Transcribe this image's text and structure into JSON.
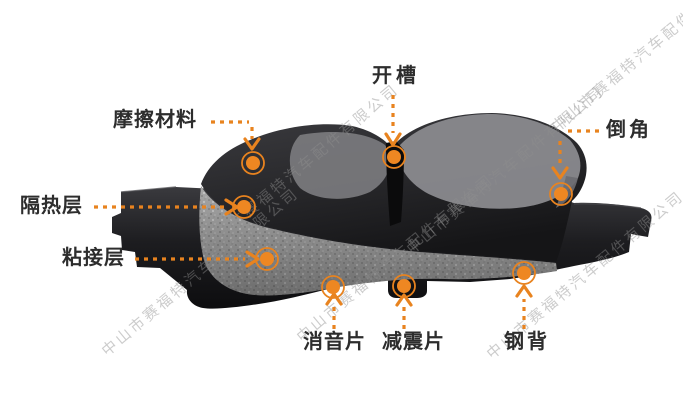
{
  "figure": {
    "type": "labeled-product-diagram",
    "subject": "brake pad cutaway diagram",
    "accent_color": "#E8831F",
    "label_text_color": "#2D2D2D",
    "background_color": "#FFFFFF"
  },
  "callouts": {
    "slot": {
      "label": "开槽"
    },
    "friction_material": {
      "label": "摩擦材料"
    },
    "chamfer": {
      "label": "倒角"
    },
    "insulation_layer": {
      "label": "隔热层"
    },
    "adhesive_layer": {
      "label": "粘接层"
    },
    "noise_shim": {
      "label": "消音片"
    },
    "damping_shim": {
      "label": "减震片"
    },
    "steel_backing": {
      "label": "钢背"
    }
  },
  "watermark": {
    "text": "中山市赛福特汽车配件有限公司"
  }
}
